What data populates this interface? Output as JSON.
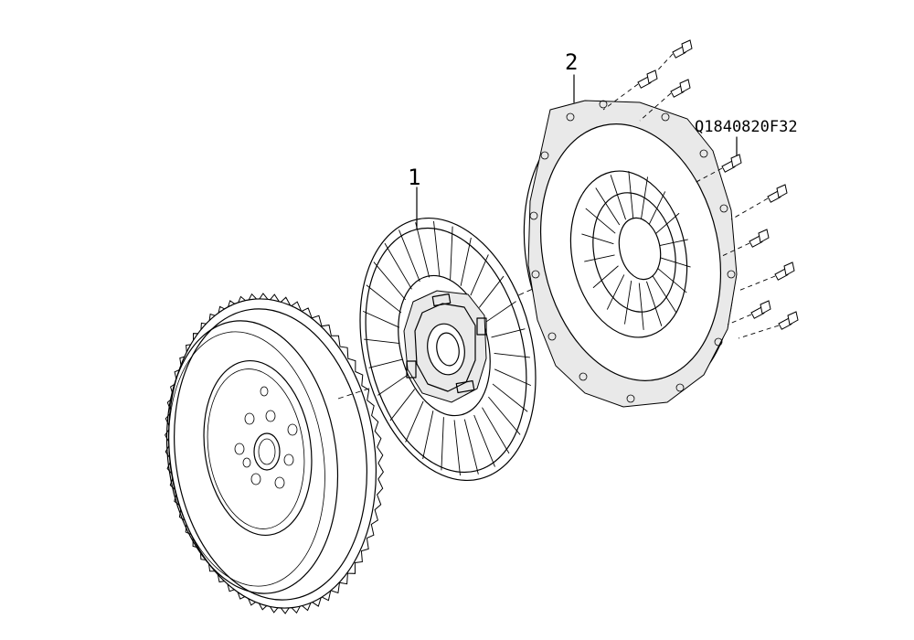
{
  "callouts": {
    "clutch_disc": "1",
    "pressure_plate": "2",
    "bolt_part_number": "Q1840820F32"
  },
  "colors": {
    "line": "#000000",
    "background": "#ffffff"
  }
}
